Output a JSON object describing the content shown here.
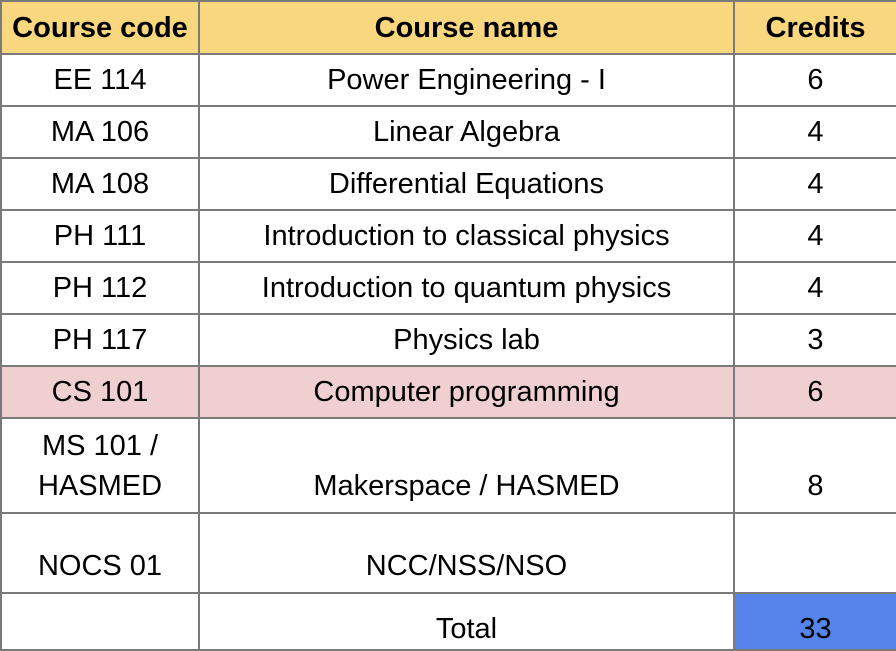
{
  "headers": {
    "code": "Course code",
    "name": "Course name",
    "credits": "Credits"
  },
  "rows": [
    {
      "code": "EE 114",
      "name": "Power Engineering - I",
      "credits": "6"
    },
    {
      "code": "MA 106",
      "name": "Linear Algebra",
      "credits": "4"
    },
    {
      "code": "MA 108",
      "name": "Differential Equations",
      "credits": "4"
    },
    {
      "code": "PH 111",
      "name": "Introduction to classical physics",
      "credits": "4"
    },
    {
      "code": "PH 112",
      "name": "Introduction to quantum physics",
      "credits": "4"
    },
    {
      "code": "PH 117",
      "name": "Physics lab",
      "credits": "3"
    },
    {
      "code": "CS 101",
      "name": "Computer programming",
      "credits": "6"
    },
    {
      "code_line1": "MS 101 /",
      "code_line2": "HASMED",
      "name": "Makerspace / HASMED",
      "credits": "8"
    },
    {
      "code": "NOCS 01",
      "name": "NCC/NSS/NSO",
      "credits": ""
    }
  ],
  "total": {
    "label": "Total",
    "value": "33"
  },
  "colors": {
    "header_bg": "#f8d77e",
    "highlight_row_bg": "#efcfcf",
    "total_value_bg": "#5585e8",
    "border": "#7a7a7a"
  }
}
